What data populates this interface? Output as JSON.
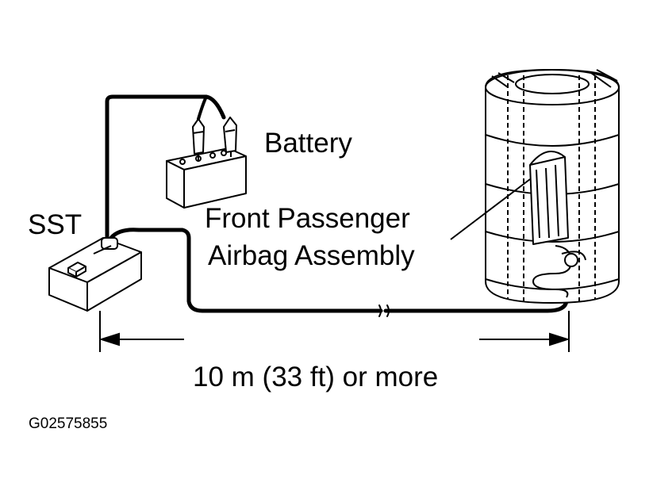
{
  "labels": {
    "battery": "Battery",
    "sst": "SST",
    "airbag_line1": "Front Passenger",
    "airbag_line2": "Airbag Assembly",
    "distance": "10 m (33 ft) or more",
    "figure_code": "G02575855"
  },
  "icons": {
    "battery": "battery-icon",
    "sst": "sst-tool-icon",
    "airbag": "airbag-assembly-icon",
    "arrow": "dimension-arrow-icon"
  },
  "colors": {
    "ink": "#000000",
    "background": "#ffffff"
  }
}
